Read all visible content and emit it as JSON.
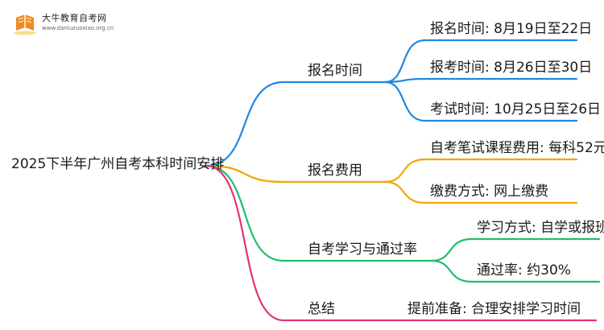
{
  "logo": {
    "title": "大牛教育自考网",
    "url": "www.daniuzuoxiao.org.cn",
    "icon": "book-logo-icon"
  },
  "root": {
    "label": "2025下半年广州自考本科时间安排"
  },
  "branches": [
    {
      "label": "报名时间",
      "color": "#1e88e5",
      "leaves": [
        "报名时间: 8月19日至22日",
        "报考时间: 8月26日至30日",
        "考试时间: 10月25日至26日"
      ]
    },
    {
      "label": "报名费用",
      "color": "#f0a800",
      "leaves": [
        "自考笔试课程费用: 每科52元",
        "缴费方式: 网上缴费"
      ]
    },
    {
      "label": "自考学习与通过率",
      "color": "#1fbf6a",
      "leaves": [
        "学习方式: 自学或报班",
        "通过率: 约30%"
      ]
    },
    {
      "label": "总结",
      "color": "#e8336d",
      "leaves": [
        "提前准备: 合理安排学习时间"
      ]
    }
  ]
}
